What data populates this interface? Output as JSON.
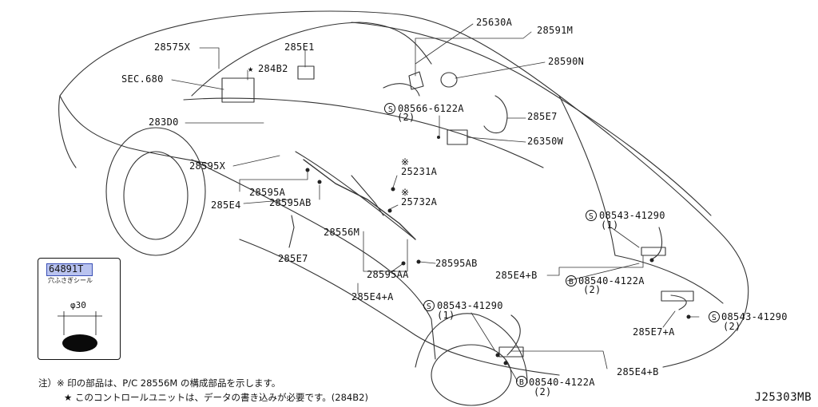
{
  "figure": {
    "sheet_code": "J25303MB",
    "parts": {
      "p28575X": "28575X",
      "p285E1": "285E1",
      "p284B2": "284B2",
      "sec680": "SEC.680",
      "p283D0": "283D0",
      "p28595X": "28595X",
      "p28595A": "28595A",
      "p285E4": "285E4",
      "p28595AB_1": "28595AB",
      "p285E7_1": "285E7",
      "p25630A": "25630A",
      "p28591M": "28591M",
      "p28590N": "28590N",
      "bolt_08566": "08566-6122A",
      "bolt_08566_qty": "(2)",
      "p285E7_2": "285E7",
      "p26350W": "26350W",
      "p25231A": "25231A",
      "p25732A": "25732A",
      "p28556M": "28556M",
      "p28595AB_2": "28595AB",
      "p28595AA": "28595AA",
      "p285E4A": "285E4+A",
      "bolt_08543_1": "08543-41290",
      "bolt_08543_1_qty": "(1)",
      "p285E4B_1": "285E4+B",
      "bolt_08540_1": "08540-4122A",
      "bolt_08540_1_qty": "(2)",
      "bolt_08543_2": "08543-41290",
      "bolt_08543_2_qty": "(1)",
      "p285E7A": "285E7+A",
      "bolt_08543_3": "08543-41290",
      "bolt_08543_3_qty": "(2)",
      "p285E4B_2": "285E4+B",
      "bolt_08540_2": "08540-4122A",
      "bolt_08540_2_qty": "(2)"
    },
    "symbols": {
      "s_circle": "S",
      "b_circle": "B",
      "star": "★",
      "kome": "※"
    },
    "inset": {
      "part_no": "64891T",
      "caption": "穴ふさぎシール",
      "diameter": "φ30"
    },
    "notes": {
      "note1": "注）※ 印の部品は、P/C 28556M の構成部品を示します。",
      "note2": "★ このコントロールユニットは、データの書き込みが必要です。(284B2)"
    },
    "colors": {
      "line": "#333333",
      "tag_fill": "#b9c3ef",
      "tag_border": "#3a4fb5"
    }
  }
}
